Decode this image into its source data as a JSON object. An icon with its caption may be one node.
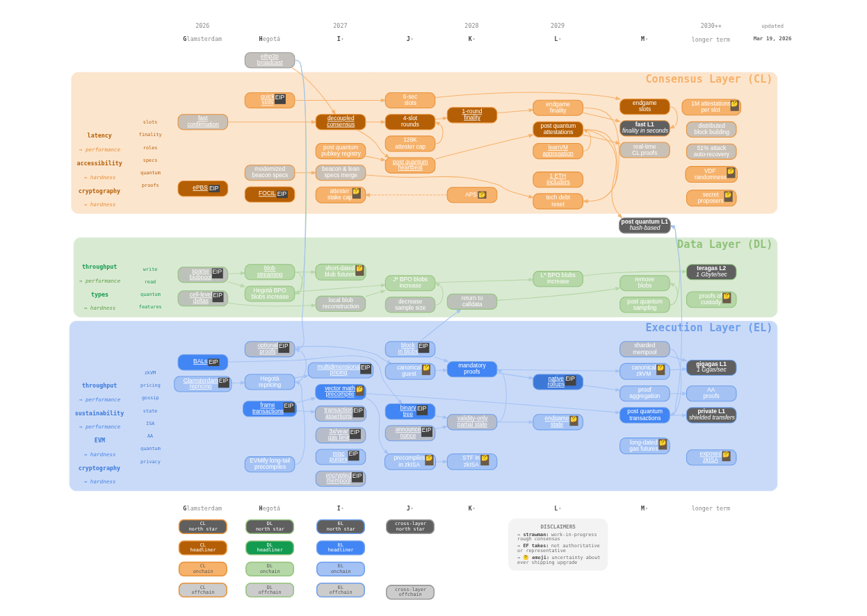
{
  "diagram": {
    "nodes": [
      {
        "text": [
          "Consensus Layer (CL)"
        ]
      },
      {
        "text": [
          "fast confirmation"
        ],
        "in": 0
      },
      {
        "text": [
          "ePBS",
          "EIP"
        ],
        "in": 0
      },
      {
        "text": [
          "quick slots",
          "EIP"
        ],
        "in": 0
      },
      {
        "text": [
          "FOCIL",
          "EIP"
        ],
        "in": 0
      },
      {
        "text": [
          "modernized beacon specs"
        ],
        "in": 0
      },
      {
        "text": [
          "decoupled consensus"
        ],
        "in": 0
      },
      {
        "text": [
          "attester stake cap",
          "🤔"
        ],
        "in": 0
      },
      {
        "text": [
          "beacon & lean specs merge"
        ],
        "in": 0
      },
      {
        "text": [
          "post quantum pubkey registry"
        ],
        "in": 0
      },
      {
        "text": [
          "6-sec slots"
        ],
        "in": 0
      },
      {
        "text": [
          "4-slot rounds"
        ],
        "in": 0
      },
      {
        "text": [
          "128K attester cap"
        ],
        "in": 0
      },
      {
        "text": [
          "post quantum heartbeat"
        ],
        "in": 0
      },
      {
        "text": [
          "1-round finality"
        ],
        "in": 0
      },
      {
        "text": [
          "APS",
          "🤔"
        ],
        "in": 0
      },
      {
        "text": [
          "endgame finality"
        ],
        "in": 0
      },
      {
        "text": [
          "1 ETH includers"
        ],
        "in": 0
      },
      {
        "text": [
          "tech debt reset"
        ],
        "in": 0
      },
      {
        "text": [
          "post quantum attestations"
        ],
        "in": 0
      },
      {
        "text": [
          "leanVM aggregation"
        ],
        "in": 0
      },
      {
        "text": [
          "endgame slots"
        ],
        "in": 0
      },
      {
        "text": [
          "fast L1",
          "finality in seconds"
        ],
        "in": 0
      },
      {
        "text": [
          "real-time CL proofs"
        ],
        "in": 0
      },
      {
        "text": [
          "1M attestations per slot",
          "🤔"
        ],
        "in": 0
      },
      {
        "text": [
          "distributed block building"
        ],
        "in": 0
      },
      {
        "text": [
          "51% attack auto-recovery"
        ],
        "in": 0
      },
      {
        "text": [
          "VDF randomness",
          "🤔"
        ],
        "in": 0
      },
      {
        "text": [
          "secret proposers",
          "🤔"
        ],
        "in": 0
      },
      {
        "text": [
          "ethp2p broadcast"
        ]
      },
      {
        "text": [
          "post quantum L1",
          "hash-based"
        ]
      },
      {
        "text": [
          "Data Layer (DL)"
        ]
      },
      {
        "text": [
          "sparse blobpool",
          "EIP"
        ],
        "in": 31
      },
      {
        "text": [
          "cell-level deltas",
          "EIP"
        ],
        "in": 31
      },
      {
        "text": [
          "Hegotá BPO blobs increase"
        ],
        "in": 31
      },
      {
        "text": [
          "blob streaming"
        ],
        "in": 31
      },
      {
        "text": [
          "local blob reconstruction"
        ],
        "in": 31
      },
      {
        "text": [
          "short-dated blob futures",
          "🤔"
        ],
        "in": 31
      },
      {
        "text": [
          "J* BPO blobs increase"
        ],
        "in": 31
      },
      {
        "text": [
          "decrease sample size"
        ],
        "in": 31
      },
      {
        "text": [
          "return to calldata"
        ],
        "in": 31
      },
      {
        "text": [
          "L* BPO blobs increase"
        ],
        "in": 31
      },
      {
        "text": [
          "post quantum sampling"
        ],
        "in": 31
      },
      {
        "text": [
          "remove blobs"
        ],
        "in": 31
      },
      {
        "text": [
          "teragas L2",
          "1 Gbyte/sec"
        ],
        "in": 31
      },
      {
        "text": [
          "proofs of custody",
          "🤔"
        ],
        "in": 31
      },
      {
        "text": [
          "Execution Layer (EL)"
        ]
      },
      {
        "text": [
          "Glamsterdam repricing",
          "EIP"
        ],
        "in": 46
      },
      {
        "text": [
          "BALs",
          "EIP"
        ],
        "in": 46
      },
      {
        "text": [
          "optional proofs",
          "EIP"
        ],
        "in": 46
      },
      {
        "text": [
          "Hegotá repricing"
        ],
        "in": 46
      },
      {
        "text": [
          "EVMify long-tail precompiles"
        ],
        "in": 46
      },
      {
        "text": [
          "frame transactions",
          "EIP"
        ],
        "in": 46
      },
      {
        "text": [
          "3x/year gas limit",
          "EIP"
        ],
        "in": 46
      },
      {
        "text": [
          "multidimensional pricing",
          "EIP"
        ],
        "in": 46
      },
      {
        "text": [
          "misc purges",
          "EIP"
        ],
        "in": 46
      },
      {
        "text": [
          "transaction assertions",
          "EIP"
        ],
        "in": 46
      },
      {
        "text": [
          "vector math precompile",
          "🤔"
        ],
        "in": 46
      },
      {
        "text": [
          "encrypted mempool",
          "EIP"
        ],
        "in": 46
      },
      {
        "text": [
          "canonical guest",
          "🤔"
        ],
        "in": 46
      },
      {
        "text": [
          "block in blobs",
          "EIP"
        ],
        "in": 46
      },
      {
        "text": [
          "announce nonce",
          "EIP"
        ],
        "in": 46
      },
      {
        "text": [
          "binary tree",
          "EIP"
        ],
        "in": 46
      },
      {
        "text": [
          "precompiles in zkISA",
          "🤔"
        ],
        "in": 46
      },
      {
        "text": [
          "mandatory proofs"
        ],
        "in": 46
      },
      {
        "text": [
          "validity-only partial state"
        ],
        "in": 46
      },
      {
        "text": [
          "STF in zkISA",
          "🤔"
        ],
        "in": 46
      },
      {
        "text": [
          "endgame state",
          "🤔"
        ],
        "in": 46
      },
      {
        "text": [
          "native rollups",
          "EIP"
        ],
        "in": 46
      },
      {
        "text": [
          "canonical zkVM",
          "🤔"
        ],
        "in": 46
      },
      {
        "text": [
          "long-dated gas futures",
          "🤔"
        ],
        "in": 46
      },
      {
        "text": [
          "sharded mempool"
        ],
        "in": 46
      },
      {
        "text": [
          "proof aggregation"
        ],
        "in": 46
      },
      {
        "text": [
          "post quantum transactions"
        ],
        "in": 46
      },
      {
        "text": [
          "gigagas L1",
          "1 Ggas/sec"
        ],
        "in": 46
      },
      {
        "text": [
          "exposed zkISA",
          "🤔"
        ],
        "in": 46
      },
      {
        "text": [
          "AA proofs"
        ],
        "in": 46
      },
      {
        "text": [
          "private L1",
          "shielded transfers"
        ],
        "in": 46
      },
      {
        "text": [
          "DISCLAIMERS",
          "→ **strawman:** work-in-progress rough consensus",
          "→ **EF takes:** not authoritative or representative",
          "→ 🤔 **emoji:** uncertainty about ever shipping upgrade"
        ]
      }
    ],
    "edges": [
      {
        "from": 3,
        "to": 10,
        "arrow": "to",
        "color": "#f6b26b"
      },
      {
        "from": 10,
        "to": 21,
        "arrow": "to",
        "color": "#f6b26b"
      },
      {
        "from": 21,
        "to": 22,
        "arrow": "to",
        "color": "#f6b26b"
      },
      {
        "from": 1,
        "to": 6,
        "arrow": "to",
        "color": "#f6b26b"
      },
      {
        "from": 29,
        "to": 6,
        "arrow": "to",
        "color": "#f6b26b"
      },
      {
        "from": 6,
        "to": 11,
        "arrow": "to",
        "color": "#f6b26b"
      },
      {
        "from": 6,
        "to": 13,
        "arrow": "to",
        "color": "#f6b26b"
      },
      {
        "from": 11,
        "to": 14,
        "arrow": "to",
        "color": "#f6b26b"
      },
      {
        "from": 12,
        "to": 11,
        "arrow": "to",
        "color": "#f6b26b"
      },
      {
        "from": 15,
        "to": 7,
        "arrow": "to",
        "style": "dashed",
        "color": "#f6b26b"
      },
      {
        "from": 14,
        "to": 16,
        "arrow": "to",
        "color": "#f6b26b"
      },
      {
        "from": 16,
        "to": 22,
        "arrow": "to",
        "color": "#f6b26b"
      },
      {
        "from": 16,
        "to": 18,
        "arrow": "to",
        "color": "#f6b26b"
      },
      {
        "from": 5,
        "to": 8,
        "arrow": "to",
        "color": "#f6b26b"
      },
      {
        "from": 8,
        "to": 18,
        "arrow": "to",
        "color": "#f6b26b"
      },
      {
        "from": 9,
        "to": 13,
        "arrow": "to",
        "color": "#f6b26b"
      },
      {
        "from": 13,
        "to": 19,
        "arrow": "to",
        "color": "#f6b26b"
      },
      {
        "from": 20,
        "to": 19,
        "arrow": "to",
        "color": "#f6b26b"
      },
      {
        "from": 19,
        "to": 18,
        "arrow": "to",
        "color": "#f6b26b"
      },
      {
        "from": 19,
        "to": 23,
        "arrow": "to",
        "color": "#f6b26b"
      },
      {
        "from": 19,
        "to": 30,
        "arrow": "to",
        "color": "#f6b26b"
      },
      {
        "from": 32,
        "to": 34,
        "arrow": "to",
        "color": "#b6d7a8"
      },
      {
        "from": 32,
        "to": 35,
        "arrow": "to",
        "color": "#b6d7a8"
      },
      {
        "from": 33,
        "to": 36,
        "arrow": "to",
        "color": "#b6d7a8"
      },
      {
        "from": 29,
        "to": 34,
        "arrow": "to",
        "color": "#b6d7a8"
      },
      {
        "from": 35,
        "to": 34,
        "arrow": "to",
        "color": "#b6d7a8"
      },
      {
        "from": 35,
        "to": 37,
        "arrow": "to",
        "color": "#b6d7a8"
      },
      {
        "from": 34,
        "to": 38,
        "arrow": "to",
        "color": "#b6d7a8"
      },
      {
        "from": 36,
        "to": 38,
        "arrow": "to",
        "color": "#b6d7a8"
      },
      {
        "from": 39,
        "to": 38,
        "arrow": "to",
        "color": "#b6d7a8"
      },
      {
        "from": 38,
        "to": 41,
        "arrow": "to",
        "color": "#b6d7a8"
      },
      {
        "from": 41,
        "to": 44,
        "arrow": "to",
        "color": "#b6d7a8"
      },
      {
        "from": 40,
        "to": 43,
        "arrow": "to",
        "color": "#b6d7a8"
      },
      {
        "from": 42,
        "to": 43,
        "arrow": "to",
        "color": "#b6d7a8"
      },
      {
        "from": 42,
        "to": 30,
        "arrow": "to",
        "color": "#b6d7a8"
      },
      {
        "from": 29,
        "to": 49,
        "arrow": "to"
      },
      {
        "from": 47,
        "to": 50,
        "arrow": "to"
      },
      {
        "from": 51,
        "to": 50,
        "arrow": "to"
      },
      {
        "from": 50,
        "to": 49,
        "arrow": "to"
      },
      {
        "from": 50,
        "to": 54,
        "arrow": "to"
      },
      {
        "from": 49,
        "to": 59,
        "arrow": "to"
      },
      {
        "from": 52,
        "to": 56,
        "arrow": "to"
      },
      {
        "from": 52,
        "to": 57,
        "arrow": "to"
      },
      {
        "from": 57,
        "to": 63,
        "arrow": "to"
      },
      {
        "from": 57,
        "to": 73,
        "arrow": "to"
      },
      {
        "from": 48,
        "to": 62,
        "arrow": "to"
      },
      {
        "from": 59,
        "to": 64,
        "arrow": "to"
      },
      {
        "from": 60,
        "to": 64,
        "arrow": "to"
      },
      {
        "from": 60,
        "to": 40,
        "arrow": "to"
      },
      {
        "from": 61,
        "to": 65,
        "arrow": "to"
      },
      {
        "from": 62,
        "to": 65,
        "arrow": "to"
      },
      {
        "from": 63,
        "to": 66,
        "arrow": "to"
      },
      {
        "from": 65,
        "to": 64,
        "arrow": "to"
      },
      {
        "from": 65,
        "to": 67,
        "arrow": "to"
      },
      {
        "from": 64,
        "to": 69,
        "arrow": "to"
      },
      {
        "from": 64,
        "to": 68,
        "arrow": "to"
      },
      {
        "from": 68,
        "to": 72,
        "arrow": "to"
      },
      {
        "from": 72,
        "to": 76,
        "arrow": "to"
      },
      {
        "from": 69,
        "to": 74,
        "arrow": "to"
      },
      {
        "from": 71,
        "to": 74,
        "arrow": "to"
      },
      {
        "from": 71,
        "to": 73,
        "arrow": "to"
      },
      {
        "from": 73,
        "to": 77,
        "arrow": "to"
      },
      {
        "from": 73,
        "to": 30,
        "arrow": "to"
      }
    ],
    "labels": [
      "2026",
      "2027",
      "2028",
      "2029",
      "2030++",
      "updated",
      "**G**lamsterdam",
      "**H**egotá",
      "**I**⋆",
      "**J**⋆",
      "**K**⋆",
      "**L**⋆",
      "**M**⋆",
      "longer term",
      "Mar 19, 2026",
      "latency",
      "→ performance",
      "slots",
      "finality",
      "accessibility",
      "→ hardness",
      "roles",
      "specs",
      "cryptography",
      "→ hardness",
      "quantum",
      "proofs",
      "throughput",
      "→ performance",
      "write",
      "read",
      "types",
      "→ hardness",
      "quantum",
      "features",
      "throughput",
      "→ performance",
      "zkVM",
      "pricing",
      "sustainability",
      "→ performance",
      "gossip",
      "state",
      "EVM",
      "→ hardness",
      "ISA",
      "AA",
      "cryptography",
      "→ hardness",
      "quantum",
      "privacy",
      "**G**lamsterdam",
      "**H**egotá",
      "**I**⋆",
      "**J**⋆",
      "**K**⋆",
      "**L**⋆",
      "**M**⋆",
      "longer term"
    ],
    "legend": [
      {
        "text": "CL north star",
        "color": "#5f5f5f"
      },
      {
        "text": "DL north star",
        "color": "#5f5f5f"
      },
      {
        "text": "EL north star",
        "color": "#5f5f5f"
      },
      {
        "text": "cross-layer north star",
        "color": "#5f5f5f"
      },
      {
        "text": "CL headliner",
        "color": "#b45f06"
      },
      {
        "text": "DL headliner",
        "color": "#139b52"
      },
      {
        "text": "EL headliner",
        "color": "#4285f4"
      },
      {
        "text": "CL onchain",
        "color": "#f6b26b"
      },
      {
        "text": "DL onchain",
        "color": "#b6d7a8"
      },
      {
        "text": "EL onchain",
        "color": "#a4c2f4"
      },
      {
        "text": "CL offchain",
        "color": "#cccccc"
      },
      {
        "text": "DL offchain",
        "color": "#cccccc"
      },
      {
        "text": "EL offchain",
        "color": "#cccccc"
      },
      {
        "text": "cross-layer offchain",
        "color": "#cccccc"
      }
    ]
  }
}
